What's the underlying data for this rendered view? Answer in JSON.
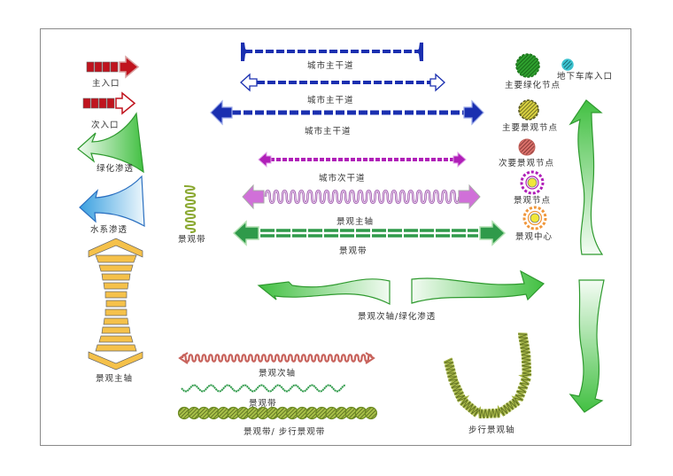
{
  "legend": {
    "main_entrance": "主入口",
    "secondary_entrance": "次入口",
    "green_penetration": "绿化渗透",
    "water_penetration": "水系渗透",
    "landscape_main_axis_left": "景观主轴",
    "city_main_road_1": "城市主干道",
    "city_main_road_2": "城市主干道",
    "city_main_road_3": "城市主干道",
    "city_secondary_road": "城市次干道",
    "landscape_main_axis": "景观主轴",
    "landscape_belt": "景观带",
    "landscape_belt_small": "景观带",
    "landscape_secondary_axis_green": "景观次轴/绿化渗透",
    "landscape_secondary_axis": "景观次轴",
    "landscape_belt_bottom": "景观带",
    "landscape_belt_pedestrian": "景观带/ 步行景观带",
    "pedestrian_landscape_axis": "步行景观轴",
    "major_green_node": "主要绿化节点",
    "underground_garage_entrance": "地下车库入口",
    "major_landscape_node": "主要景观节点",
    "secondary_landscape_node": "次要景观节点",
    "landscape_node": "景观节点",
    "landscape_center": "景观中心"
  },
  "colors": {
    "red": "#c0141e",
    "blue": "#1a2fb0",
    "purple": "#b01fb8",
    "pink_wave": "#c77ad0",
    "green": "#4cc64c",
    "dark_green": "#2f9a4a",
    "gold": "#f5c14a",
    "olive": "#9bbb3a",
    "light_blue": "#4aa6e0",
    "salmon": "#d9706a",
    "cyan": "#3cc3d0",
    "frame": "#8a8a8a"
  }
}
